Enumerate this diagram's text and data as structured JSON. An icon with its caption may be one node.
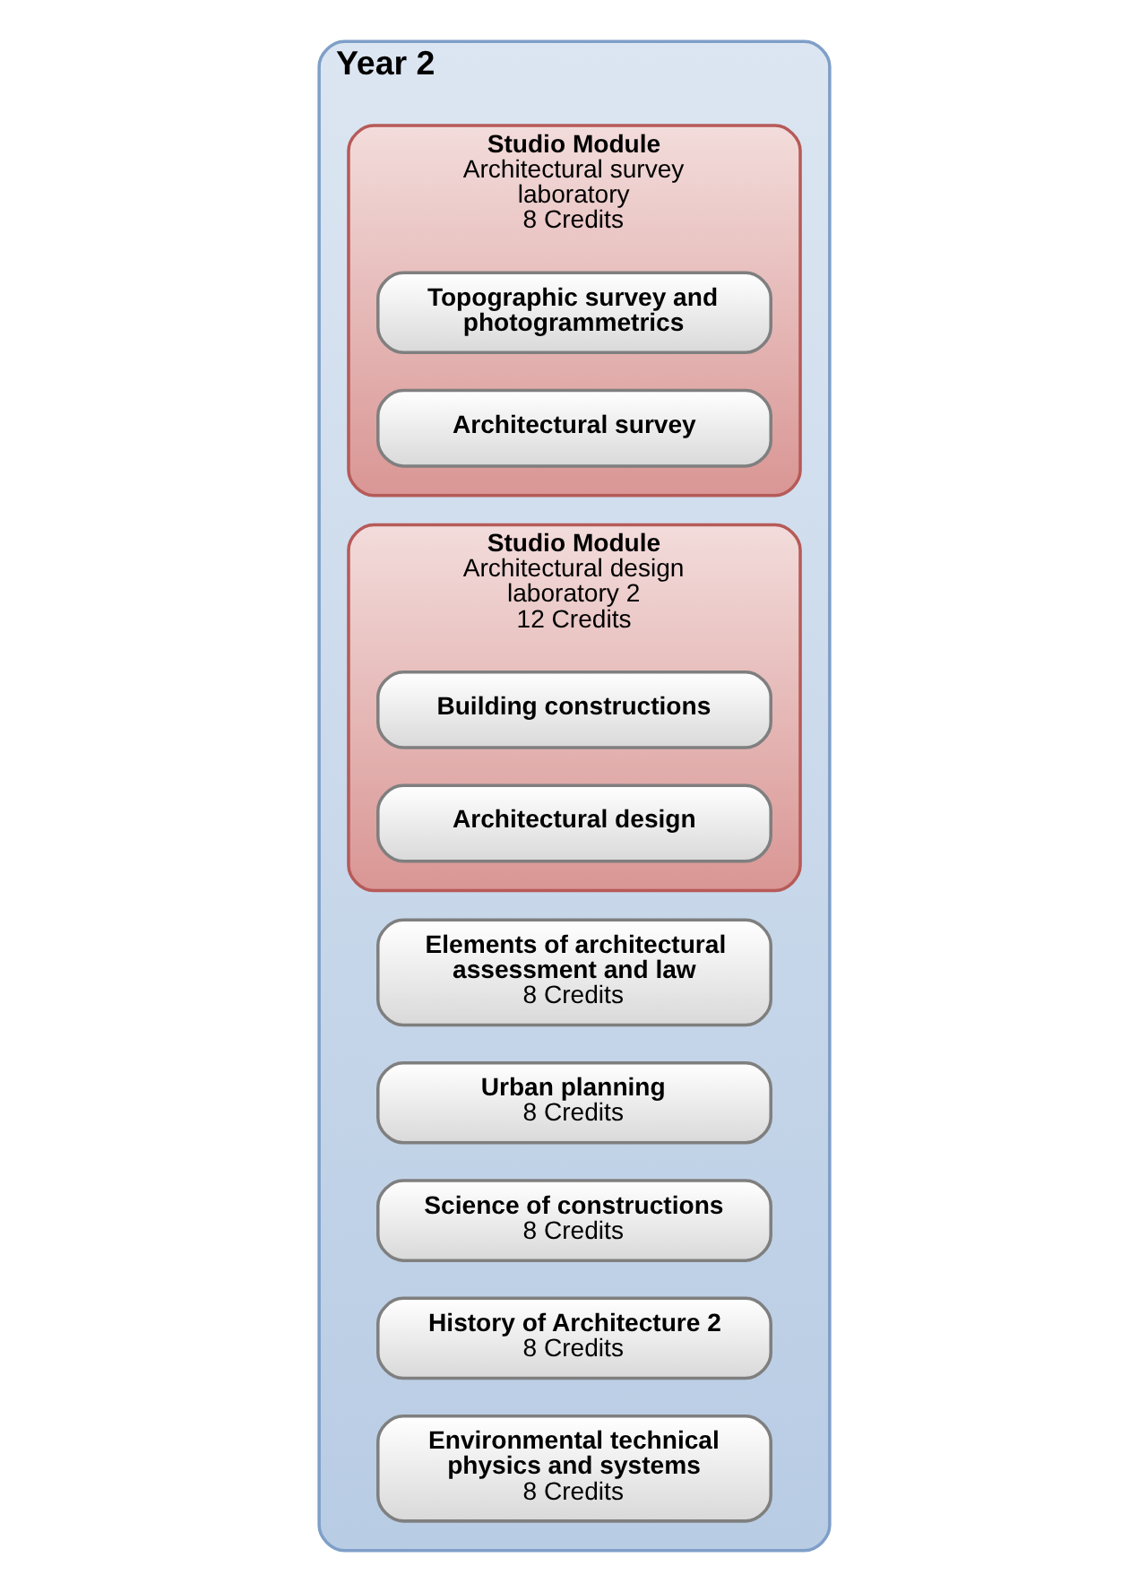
{
  "diagram": {
    "nodes": [
      {
        "text": [
          "Year 2"
        ]
      },
      {
        "text": [
          "Studio Module",
          "Architectural survey laboratory",
          "8 Credits"
        ],
        "in": 0
      },
      {
        "text": [
          "Topographic survey and photogrammetrics"
        ],
        "in": 1
      },
      {
        "text": [
          "Architectural survey"
        ],
        "in": 1
      },
      {
        "text": [
          "Elements of architectural assessment and law",
          "8 Credits"
        ],
        "in": 0
      },
      {
        "text": [
          "Urban planning",
          "8 Credits"
        ],
        "in": 0
      },
      {
        "text": [
          "Science of constructions",
          "8 Credits"
        ],
        "in": 0
      },
      {
        "text": [
          "History of Architecture 2",
          "8 Credits"
        ],
        "in": 0
      },
      {
        "text": [
          "Studio Module",
          "Architectural design laboratory 2",
          "12 Credits"
        ],
        "in": 0
      },
      {
        "text": [
          "Environmental technical physics and systems",
          "8 Credits"
        ],
        "in": 0
      },
      {
        "text": [
          "Building constructions"
        ],
        "in": 8
      },
      {
        "text": [
          "Architectural design"
        ],
        "in": 8
      }
    ],
    "edges": []
  }
}
